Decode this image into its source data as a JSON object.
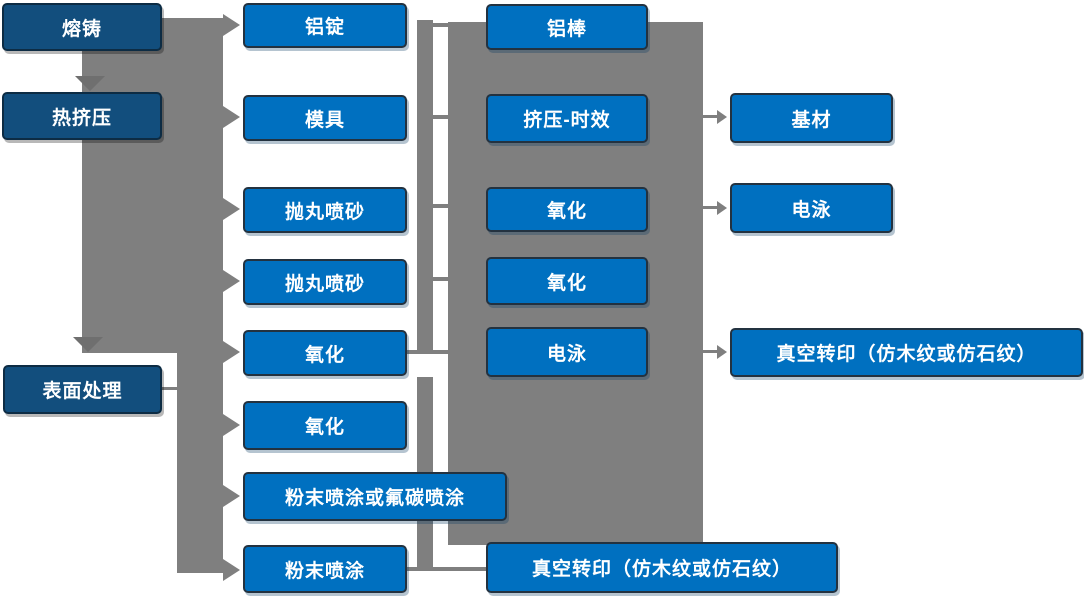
{
  "diagram": {
    "type": "flowchart",
    "language": "zh-CN",
    "colors": {
      "node_bright_blue": "#0070c0",
      "node_dark_blue": "#124e7d",
      "connector_gray": "#7f7f7f",
      "text_white": "#ffffff",
      "background": "#ffffff"
    },
    "stages": [
      {
        "label": "熔铸"
      },
      {
        "label": "热挤压"
      },
      {
        "label": "表面处理"
      }
    ],
    "process_column": [
      {
        "label": "铝锭"
      },
      {
        "label": "模具"
      },
      {
        "label": "抛丸喷砂"
      },
      {
        "label": "抛丸喷砂"
      },
      {
        "label": "氧化"
      },
      {
        "label": "氧化"
      },
      {
        "label": "粉末喷涂或氟碳喷涂"
      },
      {
        "label": "粉末喷涂"
      }
    ],
    "treatment_column": [
      {
        "label": "铝棒"
      },
      {
        "label": "挤压-时效"
      },
      {
        "label": "氧化"
      },
      {
        "label": "氧化"
      },
      {
        "label": "电泳"
      },
      {
        "label": "真空转印（仿木纹或仿石纹）"
      }
    ],
    "output_column": [
      {
        "label": "基材"
      },
      {
        "label": "电泳"
      },
      {
        "label": "真空转印（仿木纹或仿石纹）"
      }
    ]
  }
}
